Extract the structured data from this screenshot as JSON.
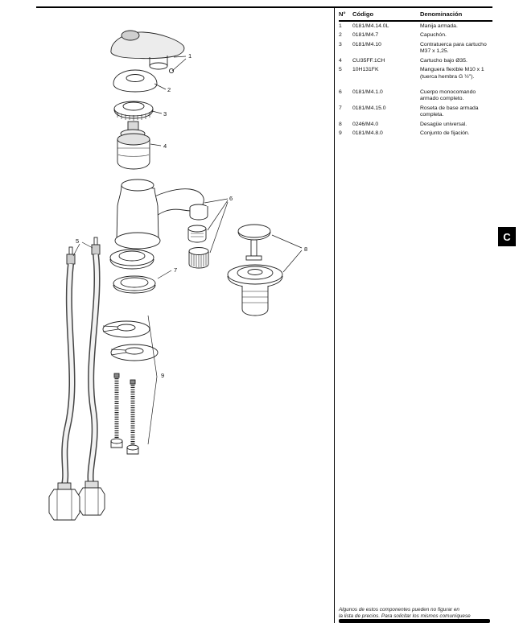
{
  "page": {
    "tab_letter": "C"
  },
  "table": {
    "headers": {
      "n": "N°",
      "codigo": "Código",
      "den": "Denominación"
    },
    "rows": [
      {
        "n": "1",
        "codigo": "0181/M4.14.0L",
        "den": "Manija armada."
      },
      {
        "n": "2",
        "codigo": "0181/M4.7",
        "den": "Capuchón."
      },
      {
        "n": "3",
        "codigo": "0181/M4.10",
        "den": "Contratuerca para cartucho M37 x 1,25."
      },
      {
        "n": "4",
        "codigo": "CU35FF.1CH",
        "den": "Cartucho bajo Ø35."
      },
      {
        "n": "5",
        "codigo": "10H131FK",
        "den": "Manguera flexible M10 x 1 (tuerca hembra G ½\")."
      },
      {
        "n": "6",
        "codigo": "0181/M4.1.0",
        "den": "Cuerpo monocomando armado completo."
      },
      {
        "n": "7",
        "codigo": "0181/M4.15.0",
        "den": "Roseta de base armada completa."
      },
      {
        "n": "8",
        "codigo": "0246/M4.0",
        "den": "Desagüe universal."
      },
      {
        "n": "9",
        "codigo": "0181/M4.8.0",
        "den": "Conjunto de fijación."
      }
    ]
  },
  "diagram": {
    "callouts": [
      "1",
      "2",
      "3",
      "4",
      "5",
      "6",
      "7",
      "8",
      "9"
    ]
  },
  "footer": {
    "line1": "Algunos de estos componentes pueden no figurar en",
    "line2": "la lista de precios. Para solicitar los mismos comuníquese"
  }
}
